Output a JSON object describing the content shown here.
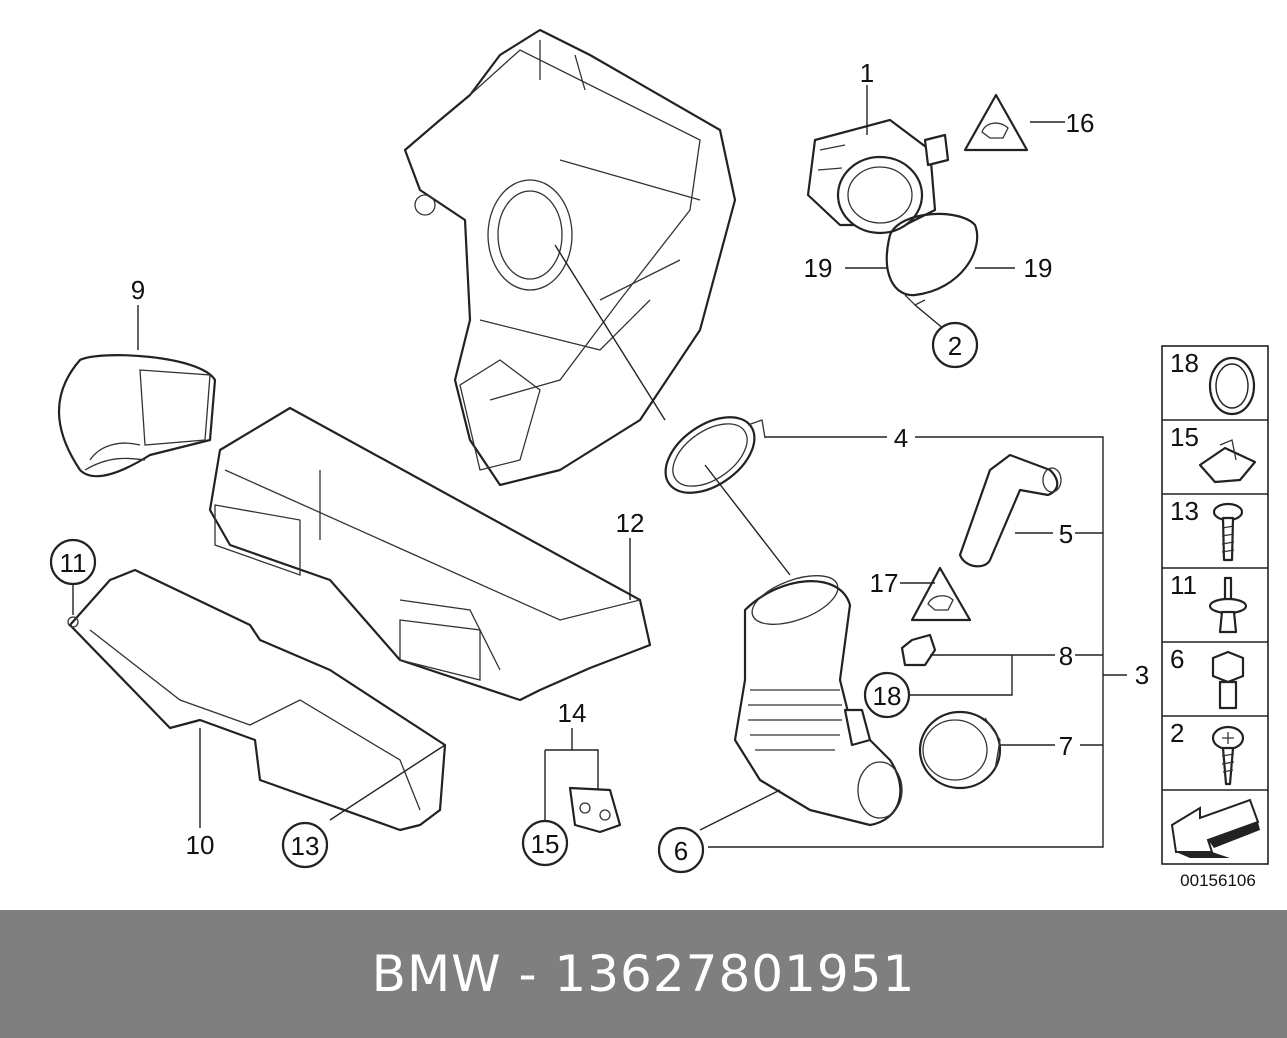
{
  "diagram": {
    "catalog_code": "00156106",
    "callouts": [
      {
        "id": "c1",
        "text": "1"
      },
      {
        "id": "c16",
        "text": "16"
      },
      {
        "id": "c19a",
        "text": "19"
      },
      {
        "id": "c19b",
        "text": "19"
      },
      {
        "id": "c2",
        "text": "2"
      },
      {
        "id": "c9",
        "text": "9"
      },
      {
        "id": "c4",
        "text": "4"
      },
      {
        "id": "c5",
        "text": "5"
      },
      {
        "id": "c12",
        "text": "12"
      },
      {
        "id": "c11",
        "text": "11"
      },
      {
        "id": "c17",
        "text": "17"
      },
      {
        "id": "c8",
        "text": "8"
      },
      {
        "id": "c3",
        "text": "3"
      },
      {
        "id": "c18",
        "text": "18"
      },
      {
        "id": "c14",
        "text": "14"
      },
      {
        "id": "c7",
        "text": "7"
      },
      {
        "id": "c10",
        "text": "10"
      },
      {
        "id": "c13",
        "text": "13"
      },
      {
        "id": "c15",
        "text": "15"
      },
      {
        "id": "c6",
        "text": "6"
      }
    ],
    "legend": [
      {
        "text": "18",
        "icon": "o-ring-icon"
      },
      {
        "text": "15",
        "icon": "clip-nut-icon"
      },
      {
        "text": "13",
        "icon": "screw-icon"
      },
      {
        "text": "11",
        "icon": "expanding-rivet-icon"
      },
      {
        "text": "6",
        "icon": "hex-bolt-icon"
      },
      {
        "text": "2",
        "icon": "self-tapping-screw-icon"
      },
      {
        "text": "",
        "icon": "direction-arrow-icon"
      }
    ]
  },
  "footer": {
    "title": "BMW - 13627801951"
  }
}
